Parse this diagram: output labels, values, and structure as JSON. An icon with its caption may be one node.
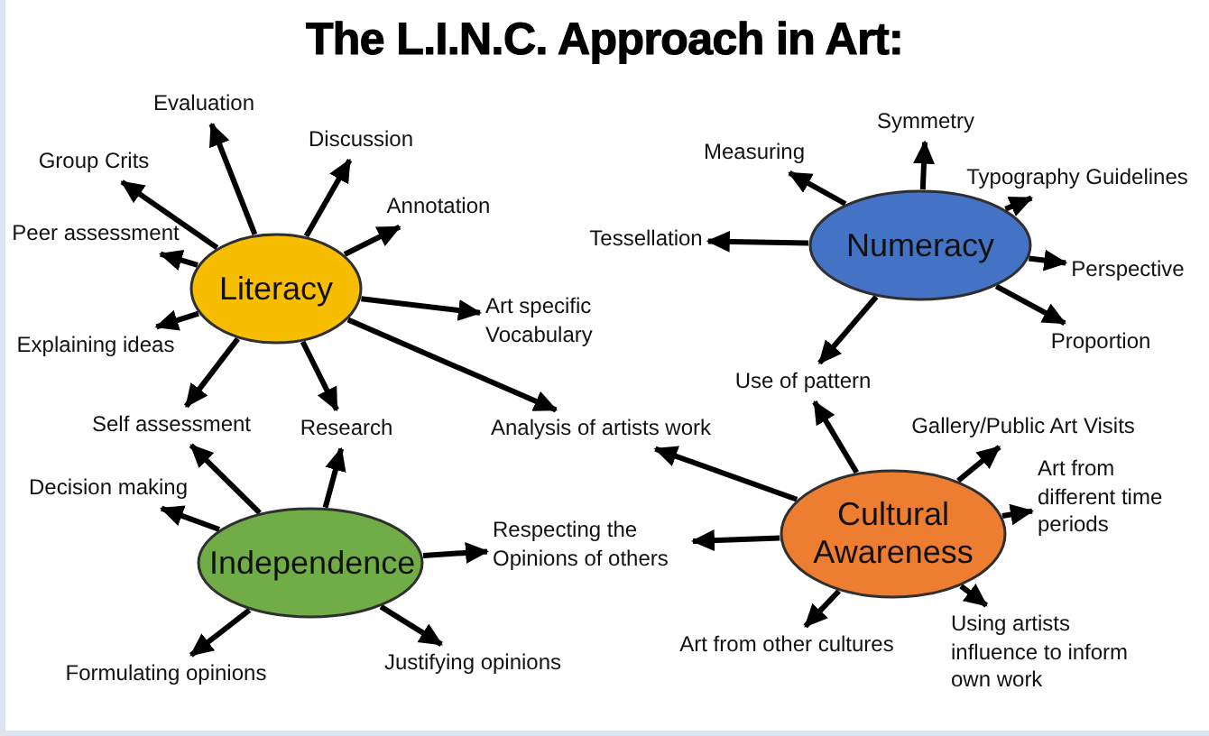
{
  "diagram": {
    "title": "The L.I.N.C. Approach in Art:",
    "nodes": [
      {
        "text": [
          "Literacy"
        ]
      },
      {
        "text": [
          "Evaluation"
        ]
      },
      {
        "text": [
          "Discussion"
        ]
      },
      {
        "text": [
          "Group Crits"
        ]
      },
      {
        "text": [
          "Annotation"
        ]
      },
      {
        "text": [
          "Peer assessment"
        ]
      },
      {
        "text": [
          "Art specific Vocabulary"
        ]
      },
      {
        "text": [
          "Explaining ideas"
        ]
      },
      {
        "text": [
          "Self assessment"
        ]
      },
      {
        "text": [
          "Research"
        ]
      },
      {
        "text": [
          "Analysis of artists work"
        ]
      },
      {
        "text": [
          "Numeracy"
        ]
      },
      {
        "text": [
          "Symmetry"
        ]
      },
      {
        "text": [
          "Measuring"
        ]
      },
      {
        "text": [
          "Typography Guidelines"
        ]
      },
      {
        "text": [
          "Tessellation"
        ]
      },
      {
        "text": [
          "Perspective"
        ]
      },
      {
        "text": [
          "Proportion"
        ]
      },
      {
        "text": [
          "Use of pattern"
        ]
      },
      {
        "text": [
          "Independence"
        ]
      },
      {
        "text": [
          "Decision making"
        ]
      },
      {
        "text": [
          "Respecting the Opinions of others"
        ]
      },
      {
        "text": [
          "Formulating opinions"
        ]
      },
      {
        "text": [
          "Justifying opinions"
        ]
      },
      {
        "text": [
          "Cultural Awareness"
        ]
      },
      {
        "text": [
          "Gallery/Public Art Visits"
        ]
      },
      {
        "text": [
          "Art from different time periods"
        ]
      },
      {
        "text": [
          "Art from other cultures"
        ]
      },
      {
        "text": [
          "Using artists influence to inform own work"
        ]
      }
    ],
    "edges": [
      {
        "from": 0,
        "to": 1,
        "arrow": "to"
      },
      {
        "from": 0,
        "to": 2,
        "arrow": "to"
      },
      {
        "from": 0,
        "to": 3,
        "arrow": "to"
      },
      {
        "from": 0,
        "to": 4,
        "arrow": "to"
      },
      {
        "from": 0,
        "to": 5,
        "arrow": "to"
      },
      {
        "from": 0,
        "to": 6,
        "arrow": "to"
      },
      {
        "from": 0,
        "to": 7,
        "arrow": "to"
      },
      {
        "from": 0,
        "to": 8,
        "arrow": "to"
      },
      {
        "from": 0,
        "to": 9,
        "arrow": "to"
      },
      {
        "from": 0,
        "to": 10,
        "arrow": "to"
      },
      {
        "from": 11,
        "to": 12,
        "arrow": "to"
      },
      {
        "from": 11,
        "to": 13,
        "arrow": "to"
      },
      {
        "from": 11,
        "to": 14,
        "arrow": "to"
      },
      {
        "from": 11,
        "to": 15,
        "arrow": "to"
      },
      {
        "from": 11,
        "to": 16,
        "arrow": "to"
      },
      {
        "from": 11,
        "to": 17,
        "arrow": "to"
      },
      {
        "from": 11,
        "to": 18,
        "arrow": "to"
      },
      {
        "from": 19,
        "to": 20,
        "arrow": "to"
      },
      {
        "from": 19,
        "to": 8,
        "arrow": "to"
      },
      {
        "from": 19,
        "to": 9,
        "arrow": "to"
      },
      {
        "from": 19,
        "to": 21,
        "arrow": "to"
      },
      {
        "from": 19,
        "to": 22,
        "arrow": "to"
      },
      {
        "from": 19,
        "to": 23,
        "arrow": "to"
      },
      {
        "from": 24,
        "to": 18,
        "arrow": "to"
      },
      {
        "from": 24,
        "to": 10,
        "arrow": "to"
      },
      {
        "from": 24,
        "to": 25,
        "arrow": "to"
      },
      {
        "from": 24,
        "to": 26,
        "arrow": "to"
      },
      {
        "from": 24,
        "to": 21,
        "arrow": "to"
      },
      {
        "from": 24,
        "to": 27,
        "arrow": "to"
      },
      {
        "from": 24,
        "to": 28,
        "arrow": "to"
      }
    ]
  }
}
